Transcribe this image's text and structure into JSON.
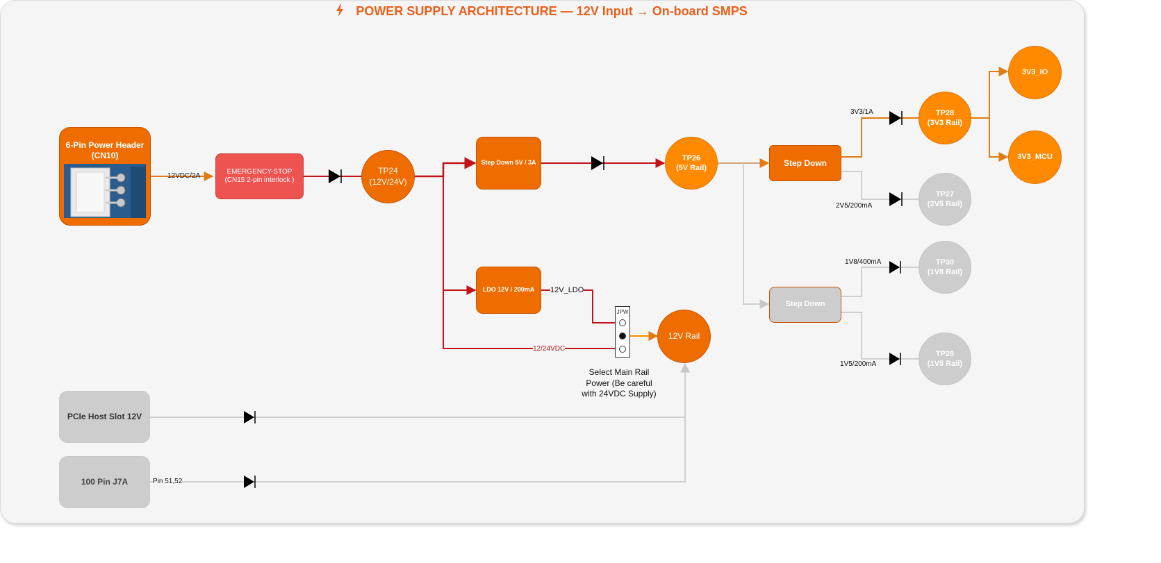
{
  "title": "POWER SUPPLY ARCHITECTURE — 12V Input → On-board SMPS",
  "title_icon": "lightning-bolt-icon",
  "colors": {
    "accent": "#e8601c",
    "rail_orange": "#ee6c00",
    "wire_red": "#c0131b",
    "wire_orange": "#e07b12",
    "disabled_grey": "#cdcdcd"
  },
  "nodes": {
    "header": "6-Pin Power Header\n(CN10)",
    "estop": "EMERGENCY-STOP\n(CN15 2-pin interlock )",
    "tp24": "TP24\n(12V/24V)",
    "stepdown_5v": "Step Down 5V / 3A",
    "ldo": "LDO 12V / 200mA",
    "tp26": "TP26\n(5V Rail)",
    "stepdown_a": "Step Down",
    "stepdown_b": "Step Down",
    "tp28": "TP28\n(3V3 Rail)",
    "v3v3_io": "3V3_IO",
    "v3v3_mcu": "3V3_MCU",
    "tp27": "TP27\n(2V5 Rail)",
    "tp30": "TP30\n(1V8 Rail)",
    "tp29": "TP29\n(1V5 Rail)",
    "rail12": "12V Rail",
    "pcie": "PCIe Host Slot 12V",
    "j7a": "100 Pin J7A",
    "jumper": "JPW"
  },
  "labels": {
    "in_12v": "12VDC/2A",
    "v3v3": "3V3/1A",
    "v2v5": "2V5/200mA",
    "v1v8": "1V8/400mA",
    "v1v5": "1V5/200mA",
    "ldo_out": "12V_LDO",
    "vdc": "12/24VDC",
    "pin": "Pin 51,52",
    "jumper_note": "Select Main Rail\nPower (Be careful\nwith 24VDC Supply)"
  }
}
